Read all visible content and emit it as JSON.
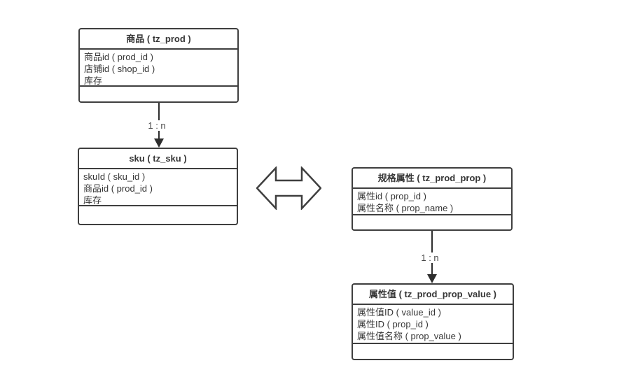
{
  "diagram": {
    "entities": [
      {
        "title": "商品 ( tz_prod )",
        "fields": [
          "商品id ( prod_id )",
          "店铺id ( shop_id )",
          "库存"
        ]
      },
      {
        "title": "sku ( tz_sku )",
        "fields": [
          "skuId ( sku_id )",
          "商品id ( prod_id )",
          "库存"
        ]
      },
      {
        "title": "规格属性 ( tz_prod_prop )",
        "fields": [
          "属性id ( prop_id )",
          "属性名称 ( prop_name )"
        ]
      },
      {
        "title": "属性值 ( tz_prod_prop_value )",
        "fields": [
          "属性值ID ( value_id )",
          "属性ID ( prop_id )",
          "属性值名称 ( prop_value )"
        ]
      }
    ],
    "relations": [
      {
        "label": "1 : n"
      },
      {
        "label": "1 : n"
      }
    ],
    "icons": {
      "bidirectional_arrow": "double-headed-horizontal-arrow"
    },
    "colors": {
      "stroke": "#3f3f3f",
      "text": "#363636",
      "background": "#ffffff"
    }
  }
}
